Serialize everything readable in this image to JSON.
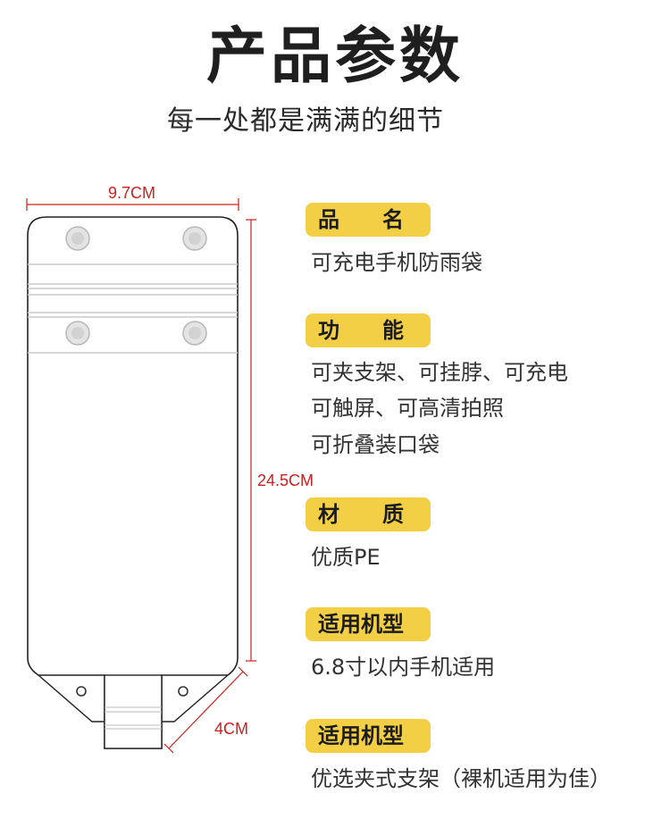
{
  "header": {
    "title": "产品参数",
    "subtitle": "每一处都是满满的细节"
  },
  "dimensions": {
    "width": "9.7CM",
    "height": "24.5CM",
    "flap": "4CM"
  },
  "specs": [
    {
      "label": "品　　名",
      "lines": [
        "可充电手机防雨袋"
      ]
    },
    {
      "label": "功　　能",
      "lines": [
        "可夹支架、可挂脖、可充电",
        "可触屏、可高清拍照",
        "可折叠装口袋"
      ]
    },
    {
      "label": "材　　质",
      "lines": [
        "优质PE"
      ]
    },
    {
      "label": "适用机型",
      "lines": [
        "6.8寸以内手机适用"
      ]
    },
    {
      "label": "适用机型",
      "lines": [
        "优选夹式支架（裸机适用为佳）"
      ]
    }
  ],
  "colors": {
    "badge": "#f3cf45",
    "dimension": "#cc1f1f"
  }
}
